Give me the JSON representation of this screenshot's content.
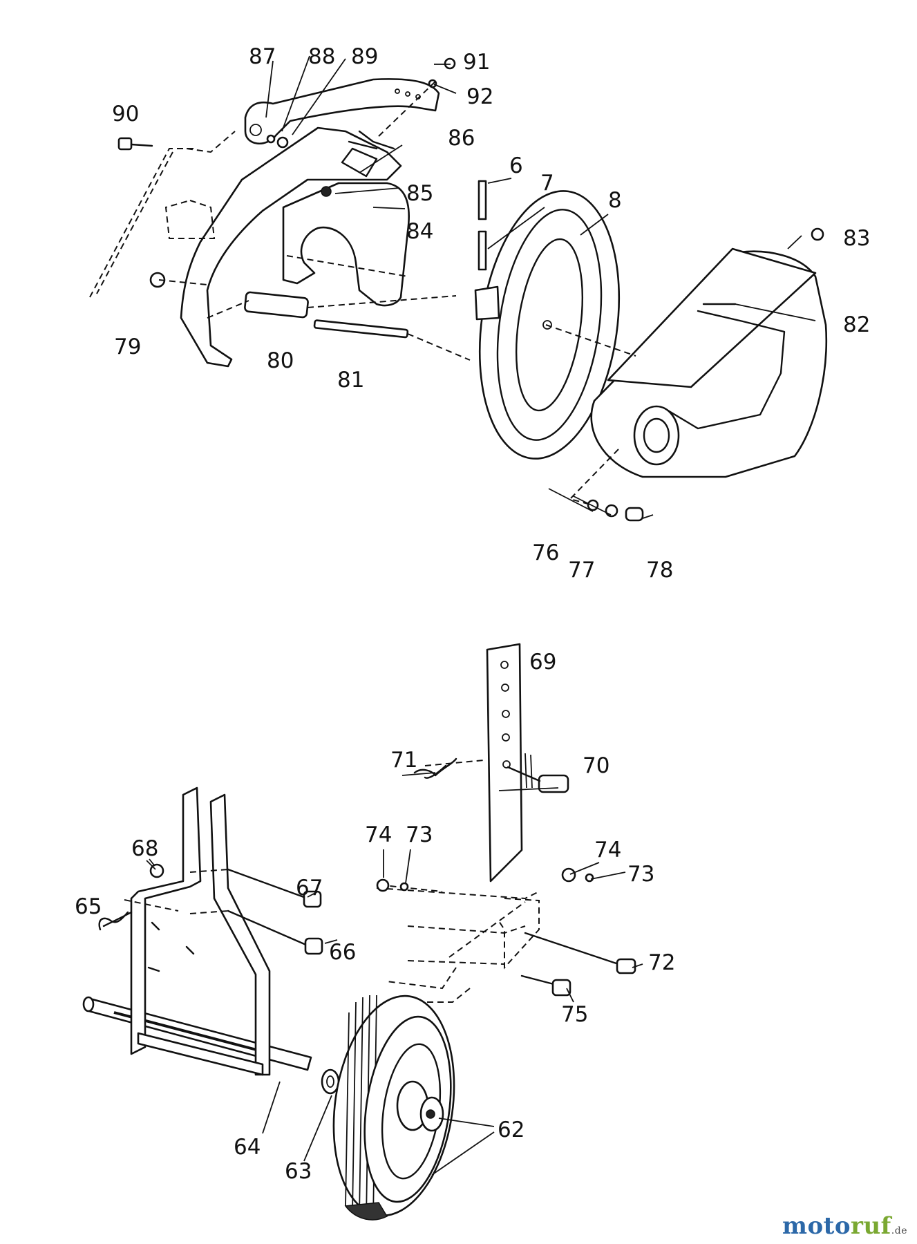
{
  "upper_assembly": {
    "labels": [
      "6",
      "7",
      "8",
      "76",
      "77",
      "78",
      "79",
      "80",
      "81",
      "82",
      "83",
      "84",
      "85",
      "86",
      "87",
      "88",
      "89",
      "90",
      "91",
      "92"
    ]
  },
  "lower_assembly": {
    "labels": [
      "62",
      "63",
      "64",
      "65",
      "66",
      "67",
      "68",
      "69",
      "70",
      "71",
      "72",
      "73",
      "73",
      "74",
      "74",
      "75"
    ]
  },
  "watermark": {
    "part1": "moto",
    "part2": "ruf",
    "part3": ".de"
  }
}
